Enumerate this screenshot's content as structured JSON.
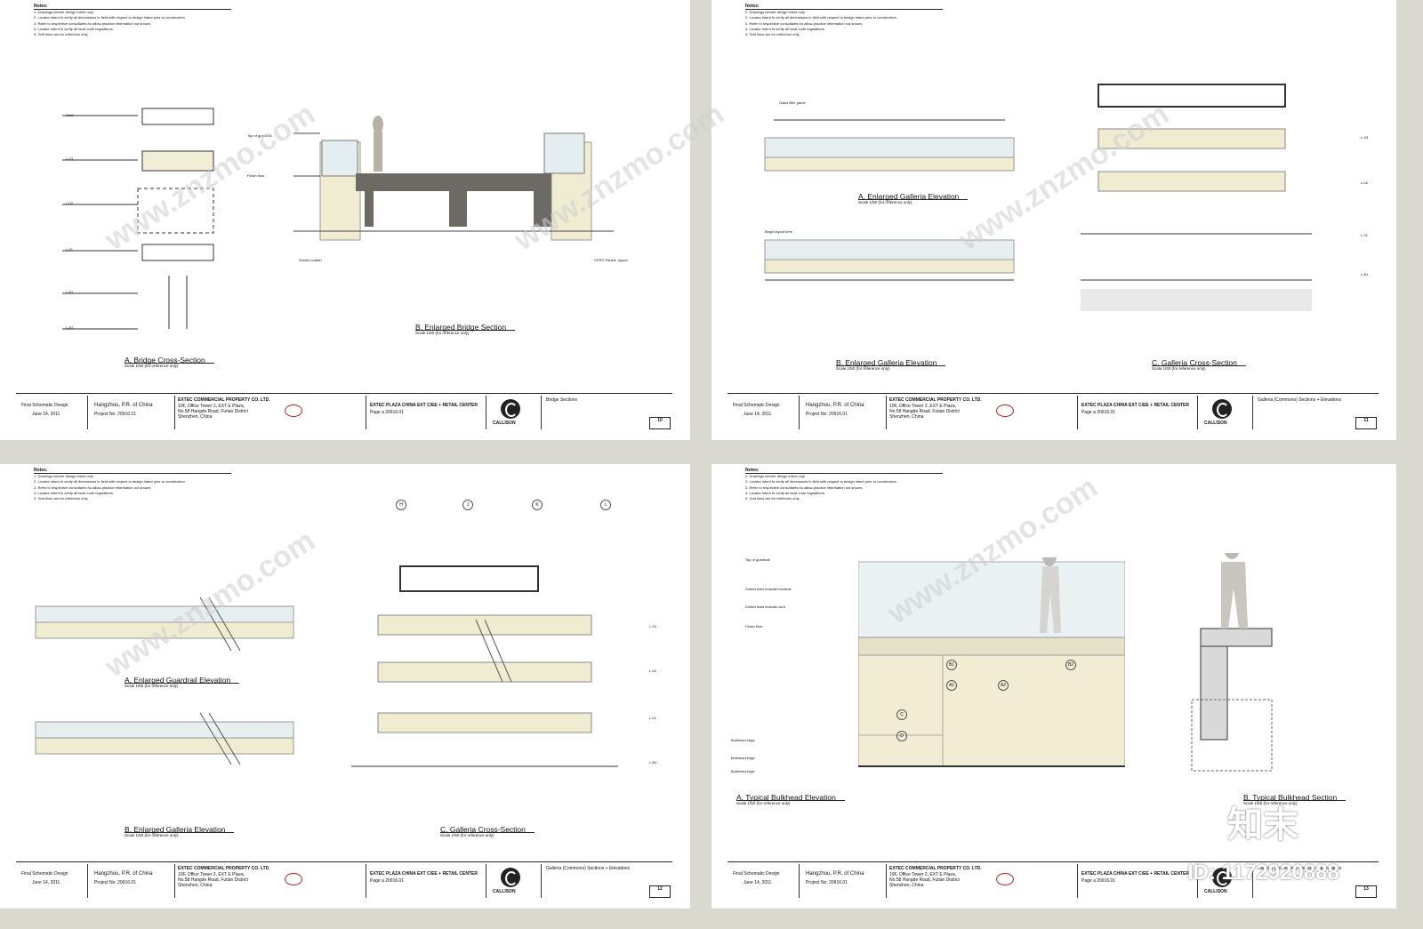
{
  "notes": {
    "title": "Notes:",
    "items": [
      "1. Drawings denote design intent only.",
      "2. Locator intent to verify all dimensions in field with respect to design intent prior to construction.",
      "3. Refer to respective consultants for allow-practice information not shown.",
      "4. Locator intent to verify all local code regulations.",
      "5. Grid lines are for reference only."
    ]
  },
  "title_block": {
    "stage": "Final Schematic Design",
    "date": "June 14, 2011",
    "location": "Hangzhou, P.R. of China",
    "project_no": "Project No: 20916.01",
    "client": "EXTEC COMMERCIAL PROPERTY CO. LTD.",
    "addr1": "10F, Office Tower 2, EXT E Plaza,",
    "addr2": "No.58 Hangde Road, Futian District",
    "addr3": "Shenzhen, China",
    "project_name": "EXTEC PLAZA CHINA EXT C/EE + RETAIL CENTER",
    "page_ref": "Page a 20916.01",
    "firm": "CALLISON"
  },
  "sheets": [
    {
      "num": "10",
      "sheet_title": "Bridge Sections",
      "caption_a": "A. Bridge Cross-Section",
      "caption_b": "B. Enlarged Bridge Section"
    },
    {
      "num": "11",
      "sheet_title": "Galleria (Commons) Sections + Elevations",
      "caption_a": "A. Enlarged Galleria Elevation",
      "caption_b": "B. Enlarged Galleria Elevation",
      "caption_c": "C. Galleria Cross-Section"
    },
    {
      "num": "12",
      "sheet_title": "Galleria (Commons) Sections + Elevations",
      "caption_a": "A. Enlarged Guardrail Elevation",
      "caption_b": "B. Enlarged Galleria Elevation",
      "caption_c": "C. Galleria Cross-Section"
    },
    {
      "num": "13",
      "sheet_title": "Galleria (Commons) Sections + Elevations",
      "caption_a": "A. Typical Bulkhead Elevation",
      "caption_b": "B. Typical Bulkhead Section"
    }
  ],
  "scale_note": "Scale 1/50 (for reference only)",
  "labels": {
    "roof": "Roof",
    "l3": "L-03",
    "l2": "L-02",
    "l1": "L-01",
    "b1": "L-B1",
    "b2": "L-B2",
    "top_guard": "Top of guardrail",
    "finish_floor": "Finish floor",
    "smoke": "Smoke curtain",
    "gfrc": "GFRC Panels, layout",
    "glass": "Glass filler panel",
    "begin": "Begin layout here",
    "bulkhead": "Bulkhead edge",
    "dotted_h": "Dotted lines indicate handrail",
    "dotted_c": "Dotted lines indicate curb"
  },
  "grid": [
    "H",
    "J",
    "K",
    "L"
  ],
  "callouts": [
    "B1",
    "B2",
    "A1",
    "A2",
    "C",
    "D"
  ],
  "watermark": "www.znzmo.com",
  "id_stamp": "ID: 1172920888",
  "brand_stamp": "知末"
}
